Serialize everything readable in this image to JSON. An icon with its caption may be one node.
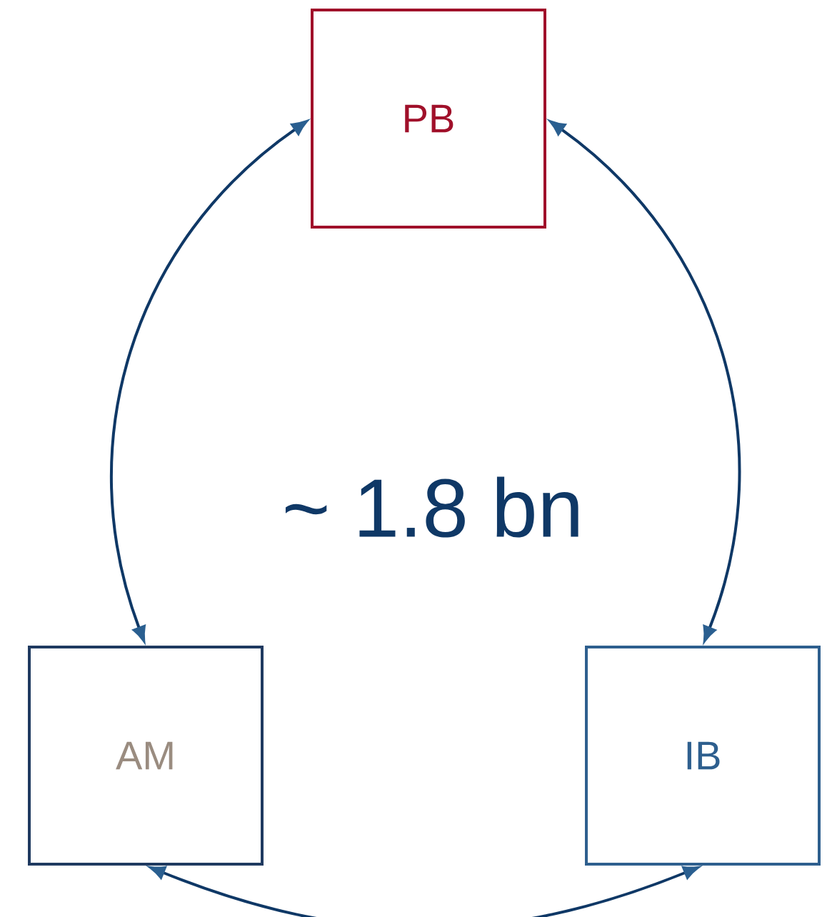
{
  "diagram": {
    "nodes": [
      {
        "text": [
          "PB"
        ]
      },
      {
        "text": [
          "AM"
        ]
      },
      {
        "text": [
          "IB"
        ]
      }
    ],
    "edges": [
      {
        "from": 0,
        "to": 1,
        "arrow": "both"
      },
      {
        "from": 0,
        "to": 2,
        "arrow": "both"
      },
      {
        "from": 1,
        "to": 2,
        "arrow": "both"
      }
    ],
    "labels": [
      "~ 1.8 bn"
    ]
  }
}
